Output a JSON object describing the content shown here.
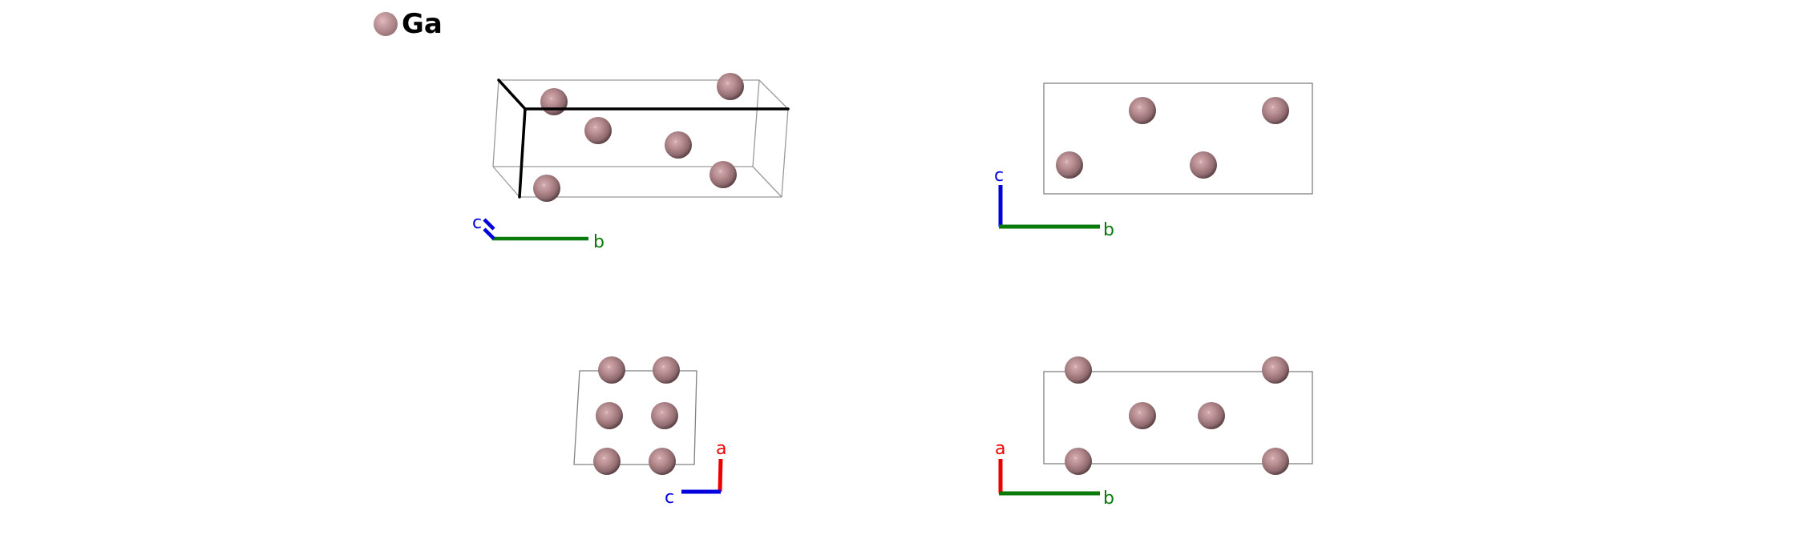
{
  "legend": [
    {
      "element": "Ga",
      "color": "#b98d91"
    }
  ],
  "colors": {
    "atom": "#b98d91",
    "axis_a": "#ee0000",
    "axis_b": "#0a7a0a",
    "axis_c": "#0000dd",
    "cell_edge": "#808080",
    "highlight_edge": "#000000"
  },
  "panels": [
    {
      "name": "perspective-view",
      "axes": [
        {
          "label": "c",
          "color_key": "axis_c"
        },
        {
          "label": "b",
          "color_key": "axis_b"
        }
      ]
    },
    {
      "name": "view-along-a",
      "axes": [
        {
          "label": "c",
          "color_key": "axis_c"
        },
        {
          "label": "b",
          "color_key": "axis_b"
        }
      ]
    },
    {
      "name": "view-along-b",
      "axes": [
        {
          "label": "a",
          "color_key": "axis_a"
        },
        {
          "label": "c",
          "color_key": "axis_c"
        }
      ]
    },
    {
      "name": "view-along-c",
      "axes": [
        {
          "label": "a",
          "color_key": "axis_a"
        },
        {
          "label": "b",
          "color_key": "axis_b"
        }
      ]
    }
  ]
}
